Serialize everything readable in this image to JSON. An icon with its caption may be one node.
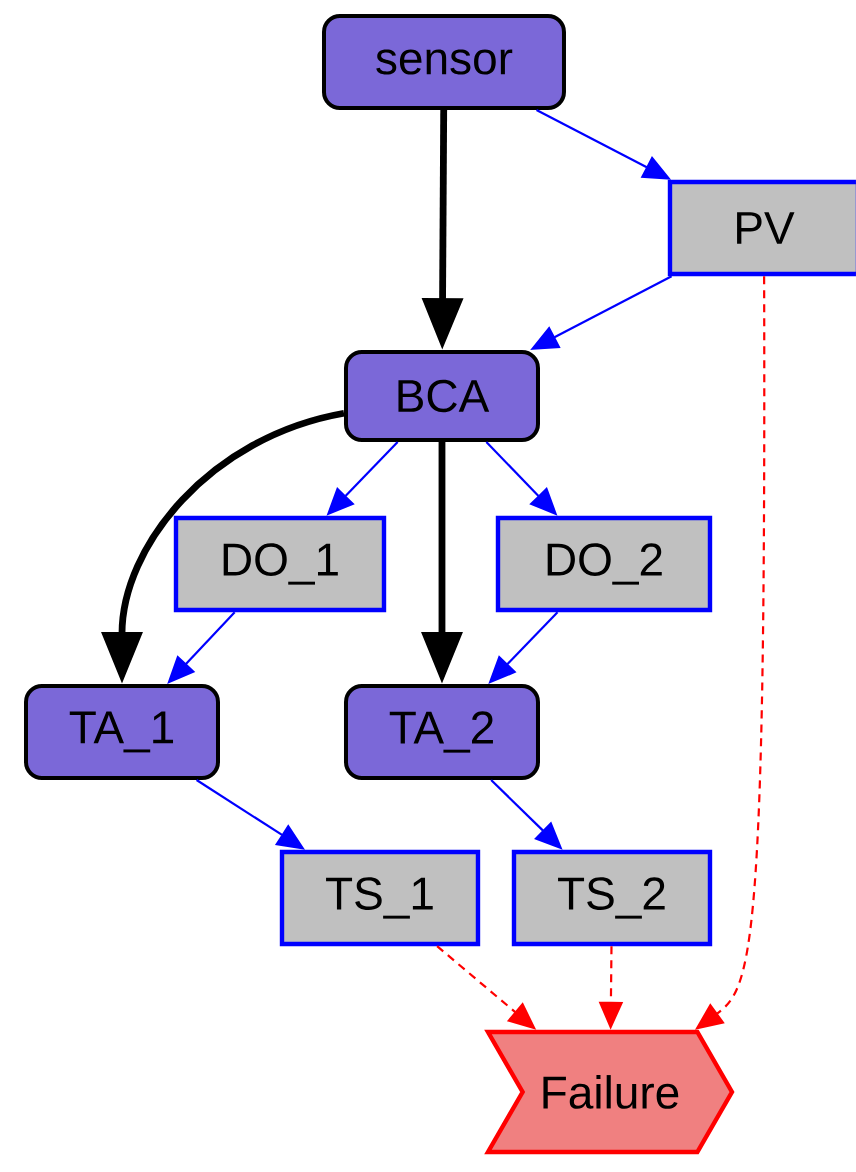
{
  "diagram": {
    "nodes": [
      {
        "text": [
          "sensor"
        ]
      },
      {
        "text": [
          "PV"
        ]
      },
      {
        "text": [
          "BCA"
        ]
      },
      {
        "text": [
          "DO_1"
        ]
      },
      {
        "text": [
          "DO_2"
        ]
      },
      {
        "text": [
          "TA_1"
        ]
      },
      {
        "text": [
          "TA_2"
        ]
      },
      {
        "text": [
          "TS_1"
        ]
      },
      {
        "text": [
          "TS_2"
        ]
      },
      {
        "text": [
          "Failure"
        ]
      }
    ],
    "edges": [
      {
        "from": 0,
        "to": 2,
        "arrow": "to",
        "style": "thick",
        "color": "#000000"
      },
      {
        "from": 0,
        "to": 1,
        "arrow": "to"
      },
      {
        "from": 1,
        "to": 2,
        "arrow": "to"
      },
      {
        "from": 2,
        "to": 5,
        "arrow": "to",
        "style": "thick",
        "color": "#000000"
      },
      {
        "from": 2,
        "to": 3,
        "arrow": "to"
      },
      {
        "from": 2,
        "to": 6,
        "arrow": "to",
        "style": "thick",
        "color": "#000000"
      },
      {
        "from": 2,
        "to": 4,
        "arrow": "to"
      },
      {
        "from": 3,
        "to": 5,
        "arrow": "to"
      },
      {
        "from": 4,
        "to": 6,
        "arrow": "to"
      },
      {
        "from": 5,
        "to": 7,
        "arrow": "to"
      },
      {
        "from": 6,
        "to": 8,
        "arrow": "to"
      },
      {
        "from": 7,
        "to": 9,
        "arrow": "to",
        "style": "dashed",
        "color": "#ff0000"
      },
      {
        "from": 8,
        "to": 9,
        "arrow": "to",
        "style": "dashed",
        "color": "#ff0000"
      },
      {
        "from": 1,
        "to": 9,
        "arrow": "to",
        "style": "dashed",
        "color": "#ff0000"
      }
    ]
  }
}
